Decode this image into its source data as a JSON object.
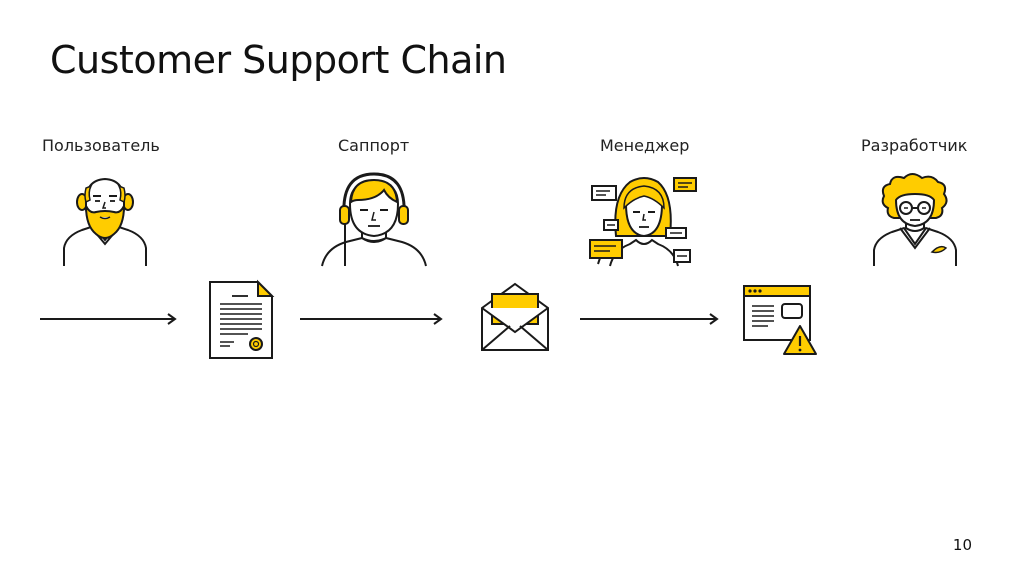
{
  "slide": {
    "title": "Customer Support Chain",
    "page_number": "10"
  },
  "roles": [
    {
      "label": "Пользователь",
      "icon": "bearded-user-icon"
    },
    {
      "label": "Саппорт",
      "icon": "support-headset-icon"
    },
    {
      "label": "Менеджер",
      "icon": "manager-messages-icon"
    },
    {
      "label": "Разработчик",
      "icon": "developer-icon"
    }
  ],
  "handoffs": [
    {
      "icon": "document-icon"
    },
    {
      "icon": "envelope-icon"
    },
    {
      "icon": "browser-warning-icon"
    }
  ],
  "colors": {
    "accent": "#FFCC00",
    "stroke": "#1A1A1A",
    "text": "#111111",
    "background": "#FFFFFF"
  }
}
